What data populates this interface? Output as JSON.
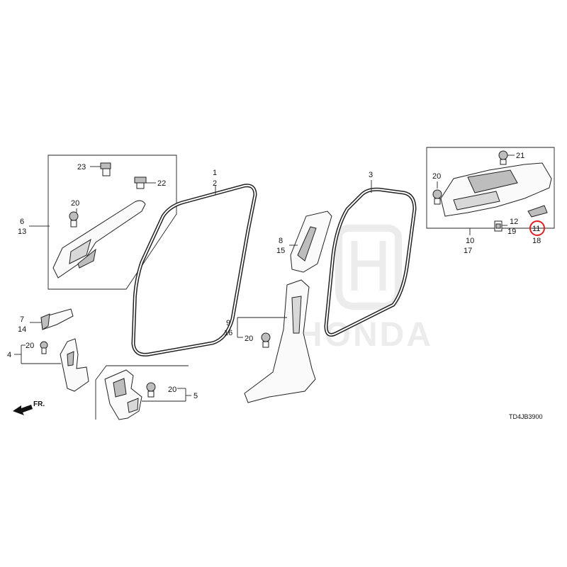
{
  "diagram": {
    "code": "TD4JB3900",
    "front_label": "FR.",
    "watermark": "HONDA",
    "highlight_color": "#e02020",
    "highlighted_callout": "11",
    "callouts": {
      "c1": "1",
      "c2": "2",
      "c3": "3",
      "c4": "4",
      "c5": "5",
      "c6": "6",
      "c13": "13",
      "c7": "7",
      "c14": "14",
      "c8": "8",
      "c15": "15",
      "c9": "9",
      "c16": "16",
      "c10": "10",
      "c17": "17",
      "c11": "11",
      "c18": "18",
      "c12": "12",
      "c19": "19",
      "c20a": "20",
      "c20b": "20",
      "c20c": "20",
      "c20d": "20",
      "c20e": "20",
      "c21": "21",
      "c22": "22",
      "c23": "23"
    }
  }
}
